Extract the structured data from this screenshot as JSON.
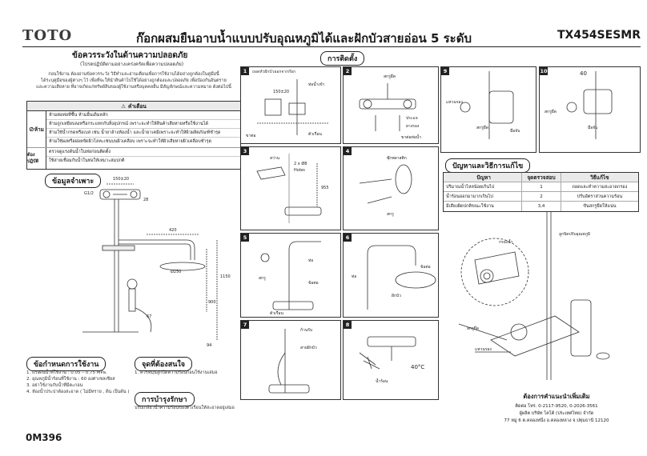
{
  "header": {
    "brand": "TOTO",
    "title": "ก๊อกผสมยืนอาบน้ำแบบปรับอุณหภูมิได้และฝักบัวสายอ่อน 5 ระดับ",
    "model": "TX454SESMR",
    "doc_code": "0M396"
  },
  "safety": {
    "title": "ข้อควรระวังในด้านความปลอดภัย",
    "subtitle": "(โปรดปฏิบัติตามอย่างเคร่งครัดเพื่อความปลอดภัย)",
    "intro": [
      "ก่อนใช้งาน ต้องอ่านข้อควรระวัง วิธีทำและอ่านเตือนเพื่อการใช้งานได้อย่างถูกต้องในคู่มือนี้",
      "ได้ระบุคู่มือของผู้ต่างๆ ไว้ เพื่อที่จะให้นำสินค้าไปใช้ได้อย่างถูกต้องและปลอดภัย เพื่อป้องกันอันตราย",
      "และความเสียหาย ที่อาจเกิดแก่ทรัพย์สินของผู้ใช้งานหรือบุคคลอื่น มีสัญลักษณ์และความหมาย ดังต่อไปนี้"
    ],
    "table_head": "คำเตือน",
    "prohibit_label": "ห้าม",
    "prohibit_items": [
      "ห้ามต่อท่อที่ชื้น ห้ามอื่นเดิมหลัก",
      "ห้ามถูกเหยียบลงหรือกระแทกกับสิ่งอุปกรณ์ เพราะจะทำให้สินค้าเสียหายหรือใช้งานได้",
      "ห้ามใช้น้ำกรดหรือเบส เช่น น้ำยาล้างห้องน้ำ และน้ำยาเคมีเพราะจะทำให้ผิวผลิตภัณฑ์ชำรุด",
      "ห้ามใช้ผงหรือฝอยขัดผิวโลหะเช่นบนผิวเคลือบ เพราะจะทำให้ผิวเสียหายผิวเคลือบชำรุด"
    ],
    "must_label": "ต้องปฏิบัติ",
    "must_items": [
      "ตรวจดูแรงดันน้ำในท่อก่อนติดตั้ง",
      "ใช้สายเชื่อมกับน้ำในท่อให้เหมาะสมปกติ"
    ]
  },
  "spec": {
    "title": "ข้อมูลจำเพาะ",
    "dims": [
      "150±20",
      "G1/2",
      "28",
      "420",
      "Ø250",
      "67",
      "94",
      "1150",
      "900"
    ]
  },
  "usage": {
    "title": "ข้อกำหนดการใช้งาน",
    "items": [
      "1. แรงดันน้ำที่ใช้งาน : 0.05 – 0.75 MPa.",
      "2. อุณหภูมิน้ำร้อนที่ใช้งาน : 60 องศาเซลเซียส",
      "3. อย่าใช้งานกับน้ำที่มีตะกอน",
      "4. ห้องน้ำประปาต้องสะอาด ( ไม่มีทราย , ดิน เป็นต้น )"
    ]
  },
  "caution": {
    "title": "จุดที่ต้องสนใจ",
    "text": "1. ควรหมุนลูกบิดความร้อนก่อนใช้งานเสมอ"
  },
  "maintenance": {
    "title": "การบำรุงรักษา",
    "text": "ปรับเกลียวน้ำความร้อนของตัวเรือนให้สะอาดอยู่เสมอ"
  },
  "install": {
    "title": "การติดตั้ง",
    "panels": [
      {
        "num": "1",
        "note": "ถอดหัวฝักบัวออกจากก๊อก",
        "labels": [
          "150±20",
          "ท่อน้ำเข้า",
          "ขาต่อ",
          "ตัวเรือน"
        ]
      },
      {
        "num": "2",
        "note": "",
        "labels": [
          "สกรูยึด",
          "ประแจ",
          "ยางรอง",
          "ขาต่อท่อน้ำ"
        ]
      },
      {
        "num": "3",
        "note": "",
        "labels": [
          "สว่าน",
          "2 x Ø8",
          "Holes",
          "955"
        ]
      },
      {
        "num": "4",
        "note": "",
        "labels": [
          "พุ๊กพลาสติก",
          "สกรู"
        ]
      },
      {
        "num": "5",
        "note": "",
        "labels": [
          "สกรู",
          "ท่อ",
          "ข้อต่อ",
          "ตัวเรือน"
        ]
      },
      {
        "num": "6",
        "note": "",
        "labels": [
          "ฝักบัว",
          "ข้อต่อ",
          "ท่อ"
        ]
      },
      {
        "num": "7",
        "note": "",
        "labels": [
          "ก้านรับ",
          "สายฝักบัว"
        ]
      },
      {
        "num": "8",
        "note": "",
        "labels": [
          "40°C",
          "น้ำร้อน"
        ]
      },
      {
        "num": "9",
        "note": "",
        "labels": [
          "แหวนรอง",
          "สกรูยึด",
          "มือจับ"
        ]
      },
      {
        "num": "10",
        "note": "",
        "labels": [
          "40",
          "สกรูยึด",
          "มือจับ"
        ]
      }
    ]
  },
  "trouble": {
    "title": "ปัญหาและวิธีการแก้ไข",
    "headers": [
      "ปัญหา",
      "จุดตรวจสอบ",
      "วิธีแก้ไข"
    ],
    "rows": [
      [
        "ปริมาณน้ำไหลน้อยเกินไป",
        "1",
        "ถอดและทำความสะอาดกรอง"
      ],
      [
        "น้ำร้อนออกมามากเกินไป",
        "2",
        "ปรับอัตราส่วนความร้อน"
      ],
      [
        "มีเสียงผิดปกติขณะใช้งาน",
        "3,4",
        "ขันสกรูยึดให้แน่น"
      ]
    ]
  },
  "callouts": {
    "knob": "ลูกบิดปรับอุณหภูมิ",
    "washer": "แหวนรอง",
    "screw": "สกรูยึด",
    "filter": "กรองน้ำ"
  },
  "contact": {
    "title": "ต้องการคำแนะนำเพิ่มเติม",
    "lines": [
      "ติดต่อ โทร. 0-2117-9520, 0-2026-3561",
      "ผู้ผลิต บริษัท โตโต้ (ประเทศไทย) จำกัด",
      "77 หมู่ 6 ต.คลองหนึ่ง อ.คลองหลวง จ.ปทุมธานี 12120"
    ]
  }
}
